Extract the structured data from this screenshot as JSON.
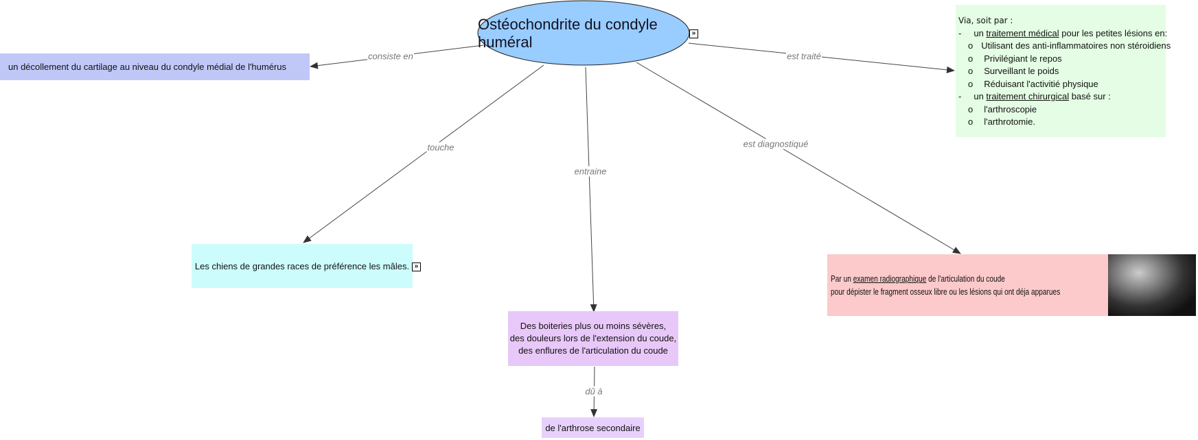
{
  "root": {
    "title": "Ostéochondrite du condyle huméral"
  },
  "links": {
    "consiste": "consiste en",
    "traite": "est traité",
    "touche": "touche",
    "entraine": "entraine",
    "diag": "est diagnostiqué",
    "du": "dû à"
  },
  "nodes": {
    "definition": "un décollement du cartilage au niveau du condyle médial de l'humérus",
    "population": "Les chiens de grandes races de préférence les mâles.",
    "symptoms": [
      "Des boiteries plus ou moins sévères,",
      "des douleurs lors de l'extension du coude,",
      "des enflures de l'articulation du coude"
    ],
    "cause": "de l'arthrose secondaire",
    "treatment": {
      "intro": "Via, soit par :",
      "med_pre": "un ",
      "med_link": "traitement médical",
      "med_post": " pour les petites lésions en:",
      "med_items": [
        "Utilisant des anti-inflammatoires non stéroidiens",
        "Privilégiant le repos",
        "Surveillant le poids",
        "Réduisant l'activitié physique"
      ],
      "chir_pre": "un ",
      "chir_link": "traitement chirurgical",
      "chir_post": " basé sur :",
      "chir_items": [
        "l'arthroscopie",
        "l'arthrotomie."
      ],
      "dash": "-",
      "bullet": "o"
    },
    "diagnosis": {
      "pre": "Par un ",
      "link": "examen radiographique",
      "post": " de l'articulation du coude",
      "line2": "pour dépister le fragment osseux libre ou les lésions qui ont déja apparues"
    }
  },
  "icons": {
    "expand": "»"
  },
  "colors": {
    "root": "#99ccff",
    "definition": "#c0c8f8",
    "population": "#ccfcfc",
    "symptoms": "#e8c8f8",
    "cause": "#e8d0fc",
    "treatment": "#e4fde4",
    "diagnosis": "#fccaca"
  }
}
